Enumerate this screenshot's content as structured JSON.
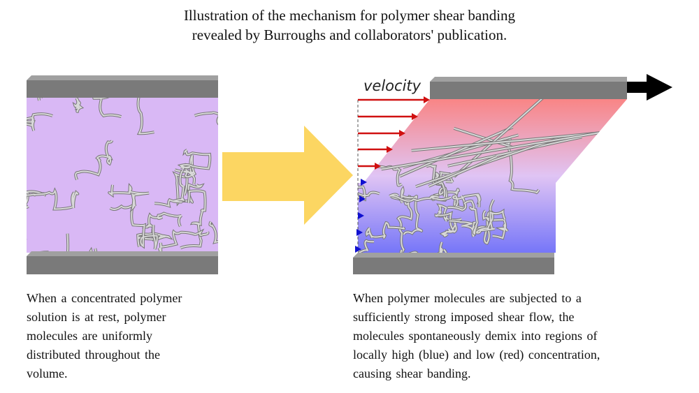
{
  "title": {
    "line1": "Illustration of the mechanism for polymer shear banding",
    "line2": "revealed by Burroughs and collaborators' publication."
  },
  "velocity_label": "velocity",
  "left_caption": [
    "When a concentrated polymer",
    "solution is at rest, polymer",
    "molecules are uniformly",
    "distributed throughout the",
    "volume."
  ],
  "right_caption": [
    "When polymer molecules are subjected to a",
    "sufficiently strong imposed shear flow, the",
    "molecules spontaneously demix into regions of",
    "locally high (blue) and low (red) concentration,",
    "causing shear banding."
  ],
  "colors": {
    "plate": "#7a7a7a",
    "rest": "#d9b8f5",
    "low": "#f98888",
    "high": "#7e7ef8",
    "transition_arrow": "#fcd662",
    "red_arrow": "#d01010",
    "blue_arrow": "#1010d0"
  }
}
